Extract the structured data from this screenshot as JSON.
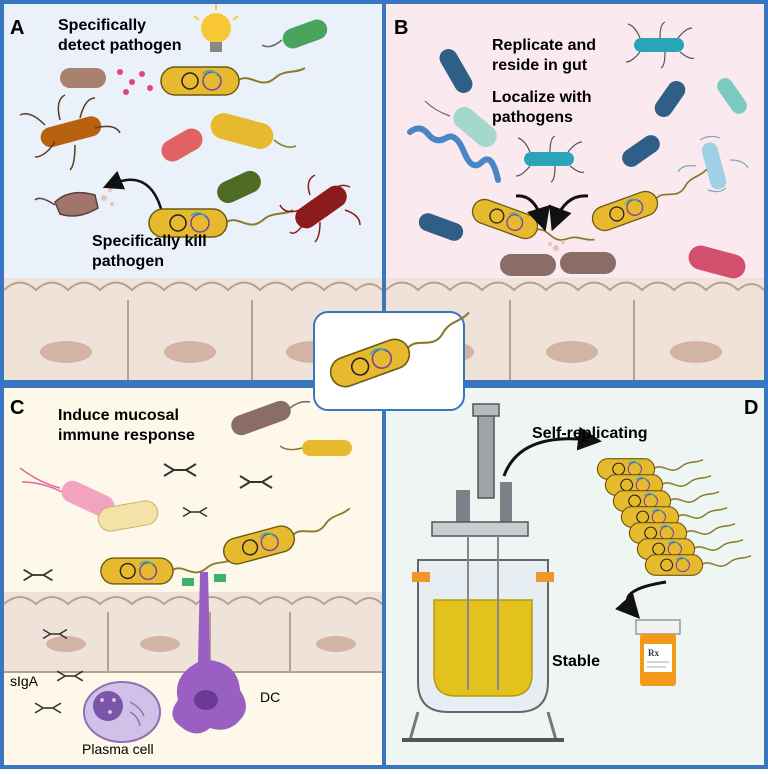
{
  "panels": {
    "a": {
      "letter": "A",
      "detect_line1": "Specifically",
      "detect_line2": "detect pathogen",
      "kill_line1": "Specifically kill",
      "kill_line2": "pathogen"
    },
    "b": {
      "letter": "B",
      "replicate_line1": "Replicate and",
      "replicate_line2": "reside in gut",
      "localize_line1": "Localize with",
      "localize_line2": "pathogens"
    },
    "c": {
      "letter": "C",
      "induce_line1": "Induce mucosal",
      "induce_line2": "immune response",
      "sigA": "sIgA",
      "plasma": "Plasma cell",
      "dc": "DC"
    },
    "d": {
      "letter": "D",
      "self_replicating": "Self-replicating",
      "stable": "Stable",
      "bottle_mark": "Rx"
    }
  },
  "colors": {
    "frame_blue": "#3a76c0",
    "panel_a_bg": "#eaf1fb",
    "panel_b_bg": "#fbe9f0",
    "panel_c_bg": "#fdf8ea",
    "panel_d_bg": "#eef5f2",
    "epithelium": "#efe2d8",
    "cell_nucleus": "#d3b3a3",
    "engineered_bacterium": "#e6b92e",
    "dendritic_cell": "#9a5fc3",
    "pill_bottle": "#f39a1a",
    "culture_liquid": "#e3c21d"
  },
  "icons": [
    "lightbulb-icon",
    "bioreactor-icon",
    "pill-bottle-icon",
    "antibody-icon",
    "arrow-icon"
  ]
}
